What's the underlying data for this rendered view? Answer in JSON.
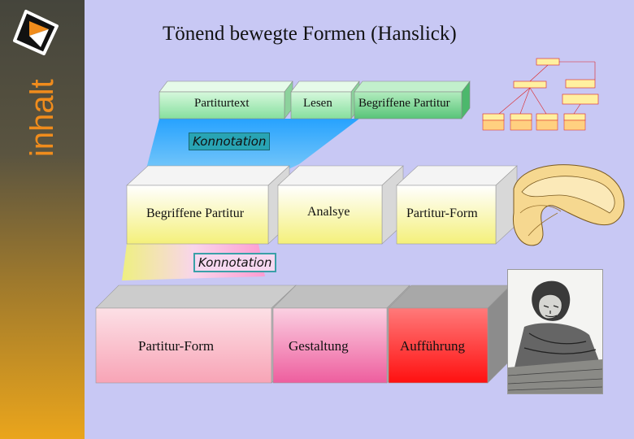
{
  "sidebar": {
    "label": "inhalt"
  },
  "title": "Tönend bewegte Formen (Hanslick)",
  "top_row": {
    "box1": "Partiturtext",
    "box2": "Lesen",
    "box3": "Begriffene Partitur"
  },
  "konnotation_1": "Konnotation",
  "middle_row": {
    "box1": "Begriffene Partitur",
    "box2": "Analsye",
    "box3": "Partitur-Form"
  },
  "konnotation_2": "Konnotation",
  "bottom_row": {
    "box1": "Partitur-Form",
    "box2": "Gestaltung",
    "box3": "Aufführung"
  },
  "colors": {
    "top_face": "#a8ecb8",
    "middle_face": "#fff8b8",
    "bottom_red": "#ff1818",
    "bottom_pink": "#ef6ea4",
    "orange_accent": "#f08c1c"
  }
}
